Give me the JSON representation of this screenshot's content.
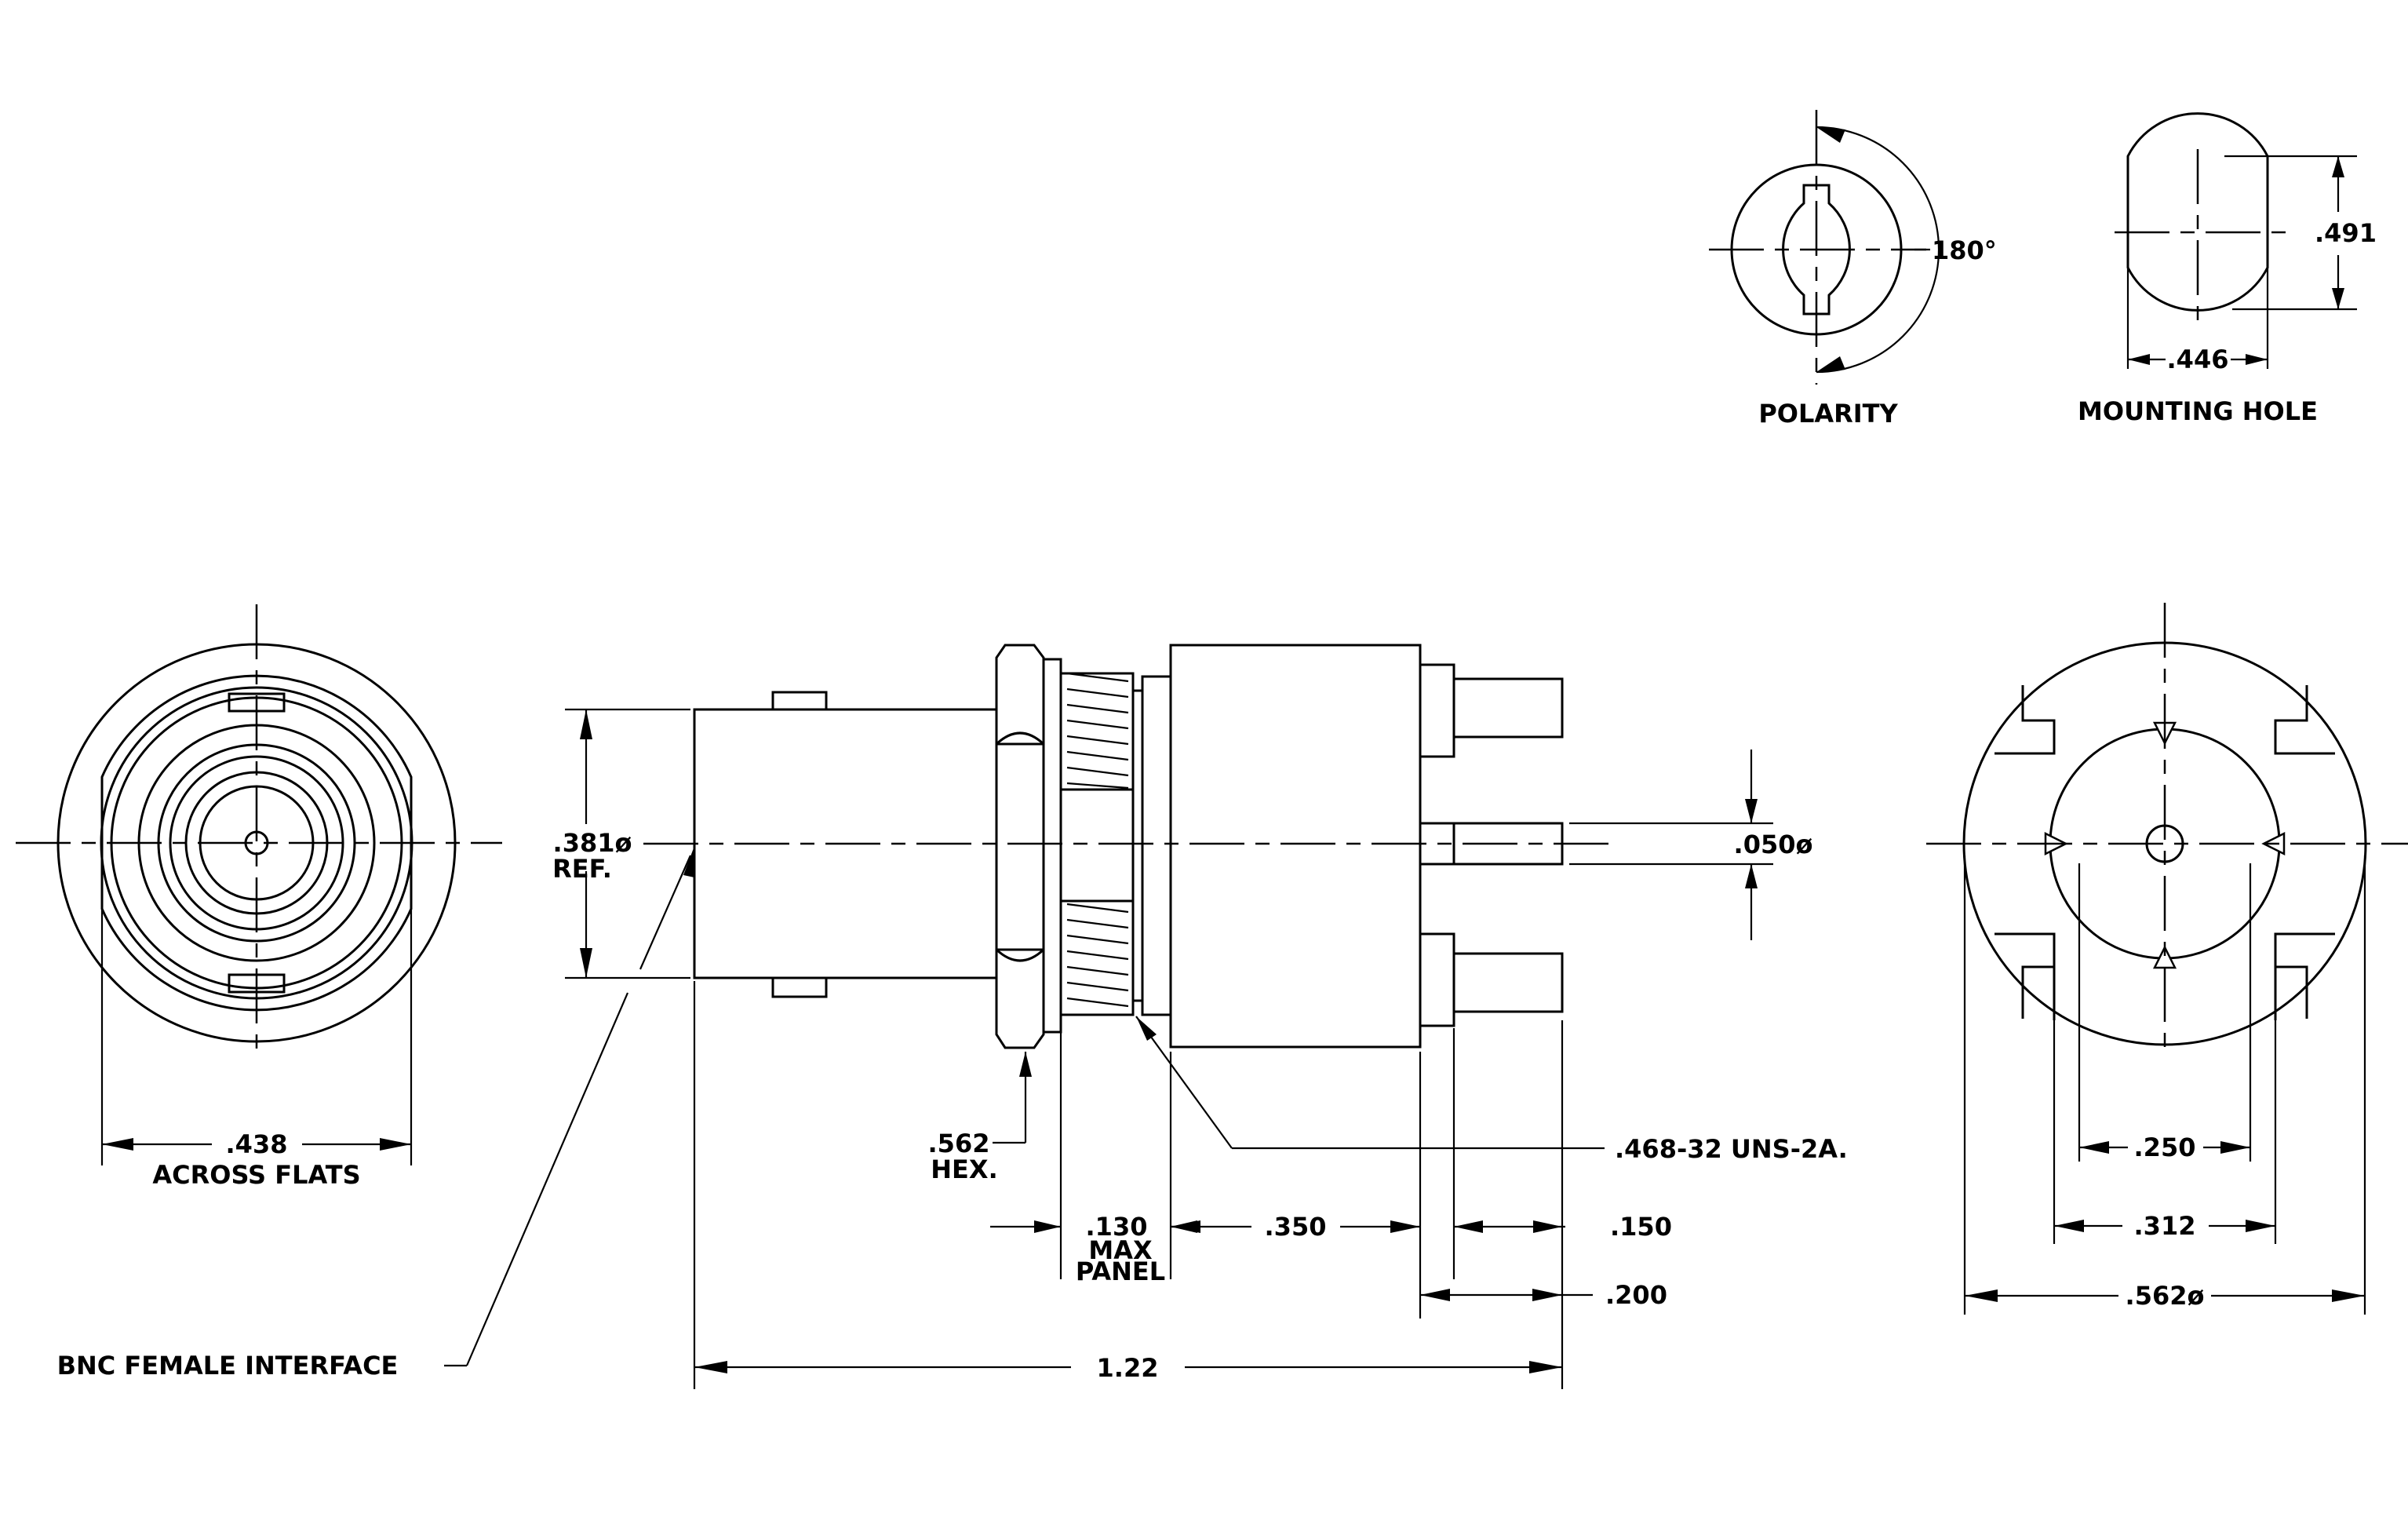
{
  "views": {
    "polarity": {
      "title": "POLARITY",
      "angle": "180°"
    },
    "mounting_hole": {
      "title": "MOUNTING HOLE",
      "height": ".491",
      "width": ".446"
    }
  },
  "front_view": {
    "flats_dim": ".438",
    "flats_label": "ACROSS FLATS"
  },
  "side_view": {
    "ref_dia": ".381ø",
    "ref_label": "REF.",
    "pin_dia": ".050ø",
    "hex_dim": ".562",
    "hex_label": "HEX.",
    "thread": ".468-32 UNS-2A.",
    "panel_dim": ".130",
    "panel_label_1": "MAX",
    "panel_label_2": "PANEL",
    "body_len": ".350",
    "pin_space_1": ".150",
    "pin_space_2": ".200",
    "overall_len": "1.22",
    "interface_label": "BNC FEMALE INTERFACE"
  },
  "rear_view": {
    "pin_spacing": ".250",
    "pad_spacing": ".312",
    "body_dia": ".562ø"
  }
}
